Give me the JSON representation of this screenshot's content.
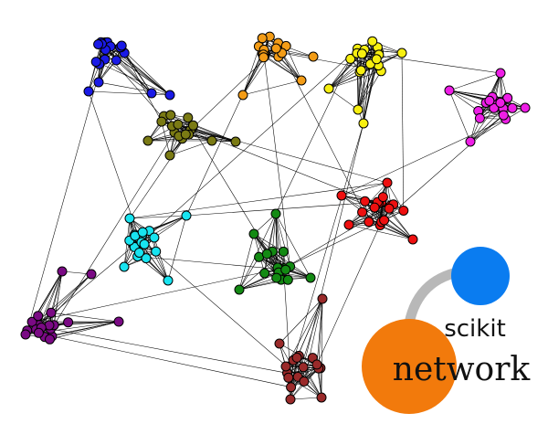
{
  "logo": {
    "line1": "scikit",
    "line2": "network",
    "colors": {
      "small_circle": "#0a7cf0",
      "big_circle": "#f27a0c",
      "arc": "#b8b8b8",
      "text": "#111111"
    }
  },
  "graph": {
    "clusters": [
      {
        "name": "blue",
        "color": "#1a1ae6"
      },
      {
        "name": "orange",
        "color": "#f39c16"
      },
      {
        "name": "yellow",
        "color": "#f7ef10"
      },
      {
        "name": "magenta",
        "color": "#ee1ee6"
      },
      {
        "name": "olive",
        "color": "#7a7a14"
      },
      {
        "name": "red",
        "color": "#ee1010"
      },
      {
        "name": "cyan",
        "color": "#18e4f0"
      },
      {
        "name": "green",
        "color": "#138a13"
      },
      {
        "name": "purple",
        "color": "#7a0a84"
      },
      {
        "name": "brown",
        "color": "#9a2a2a"
      }
    ]
  }
}
